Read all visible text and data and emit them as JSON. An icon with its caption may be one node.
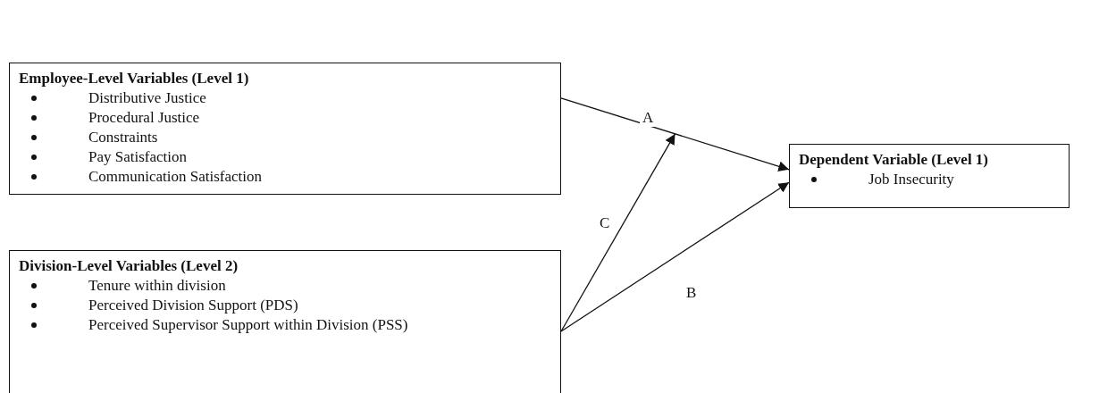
{
  "diagram": {
    "nodes": [
      {
        "text": [
          "Employee-Level Variables (Level 1)",
          "Distributive Justice",
          "Procedural Justice",
          "Constraints",
          "Pay Satisfaction",
          "Communication Satisfaction"
        ]
      },
      {
        "text": [
          "Dependent Variable (Level 1)",
          "Job Insecurity"
        ]
      },
      {
        "text": [
          "Division-Level Variables (Level 2)",
          "Tenure within division",
          "Perceived Division Support (PDS)",
          "Perceived Supervisor Support within Division (PSS)"
        ]
      }
    ],
    "edges": [
      {
        "from": 0,
        "to": 1,
        "arrow": "to",
        "label": "A"
      },
      {
        "from": 2,
        "to": 1,
        "arrow": "to",
        "label": "B"
      },
      {
        "from": 2,
        "to": null,
        "arrow": "to",
        "label": "C"
      }
    ]
  }
}
